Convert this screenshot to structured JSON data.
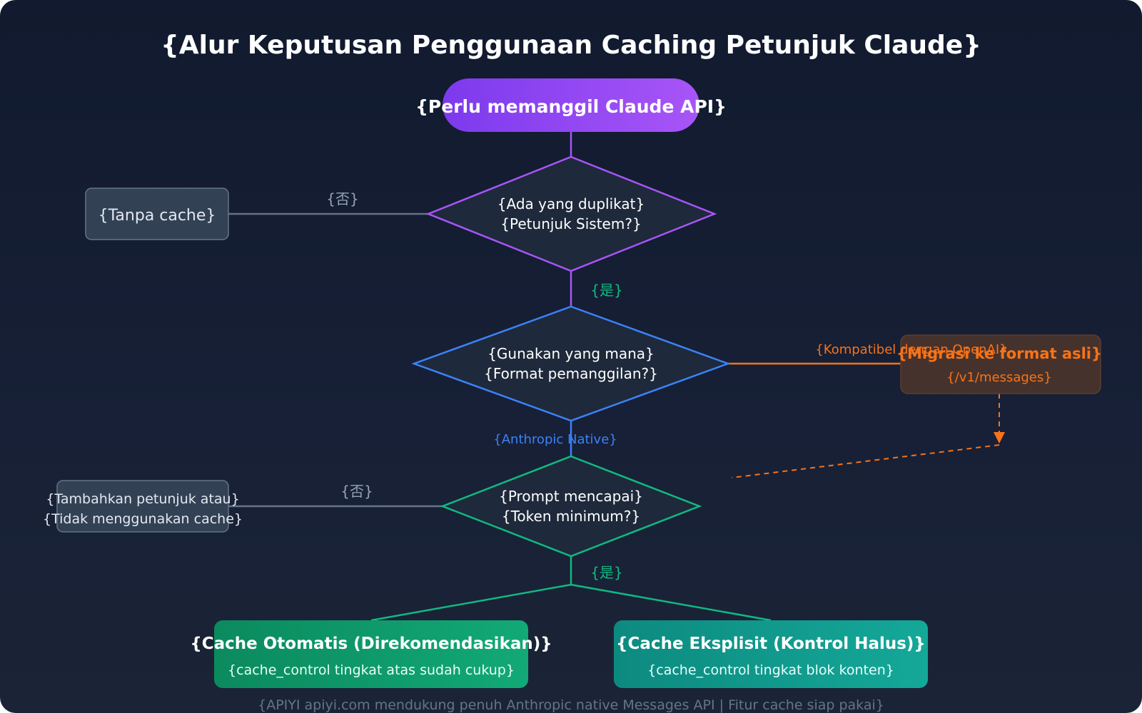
{
  "title": "{Alur Keputusan Penggunaan Caching Petunjuk Claude}",
  "start": {
    "label": "{Perlu memanggil Claude API}"
  },
  "decision1": {
    "line1": "{Ada yang duplikat}",
    "line2": "{Petunjuk Sistem?}"
  },
  "no_cache": {
    "label": "{Tanpa cache}"
  },
  "edge_no_1": "{否}",
  "edge_yes_1": "{是}",
  "decision2": {
    "line1": "{Gunakan yang mana}",
    "line2": "{Format pemanggilan?}"
  },
  "edge_openai": "{Kompatibel dengan OpenAI}",
  "migrate": {
    "title": "{Migrasi ke format asli}",
    "sub": "{/v1/messages}"
  },
  "edge_native": "{Anthropic Native}",
  "decision3": {
    "line1": "{Prompt mencapai}",
    "line2": "{Token minimum?}"
  },
  "edge_no_2": "{否}",
  "add_prompt": {
    "line1": "{Tambahkan petunjuk atau}",
    "line2": "{Tidak menggunakan cache}"
  },
  "edge_yes_2": "{是}",
  "auto_cache": {
    "title": "{Cache Otomatis (Direkomendasikan)}",
    "sub": "{cache_control tingkat atas sudah cukup}"
  },
  "explicit_cache": {
    "title": "{Cache Eksplisit (Kontrol Halus)}",
    "sub": "{cache_control tingkat blok konten}"
  },
  "footer": "{APIYI apiyi.com mendukung penuh Anthropic native Messages API | Fitur cache siap pakai}",
  "colors": {
    "purple": "#a855f7",
    "blue": "#3b82f6",
    "green": "#10b981",
    "orange": "#f97316",
    "gray": "#64748b"
  }
}
